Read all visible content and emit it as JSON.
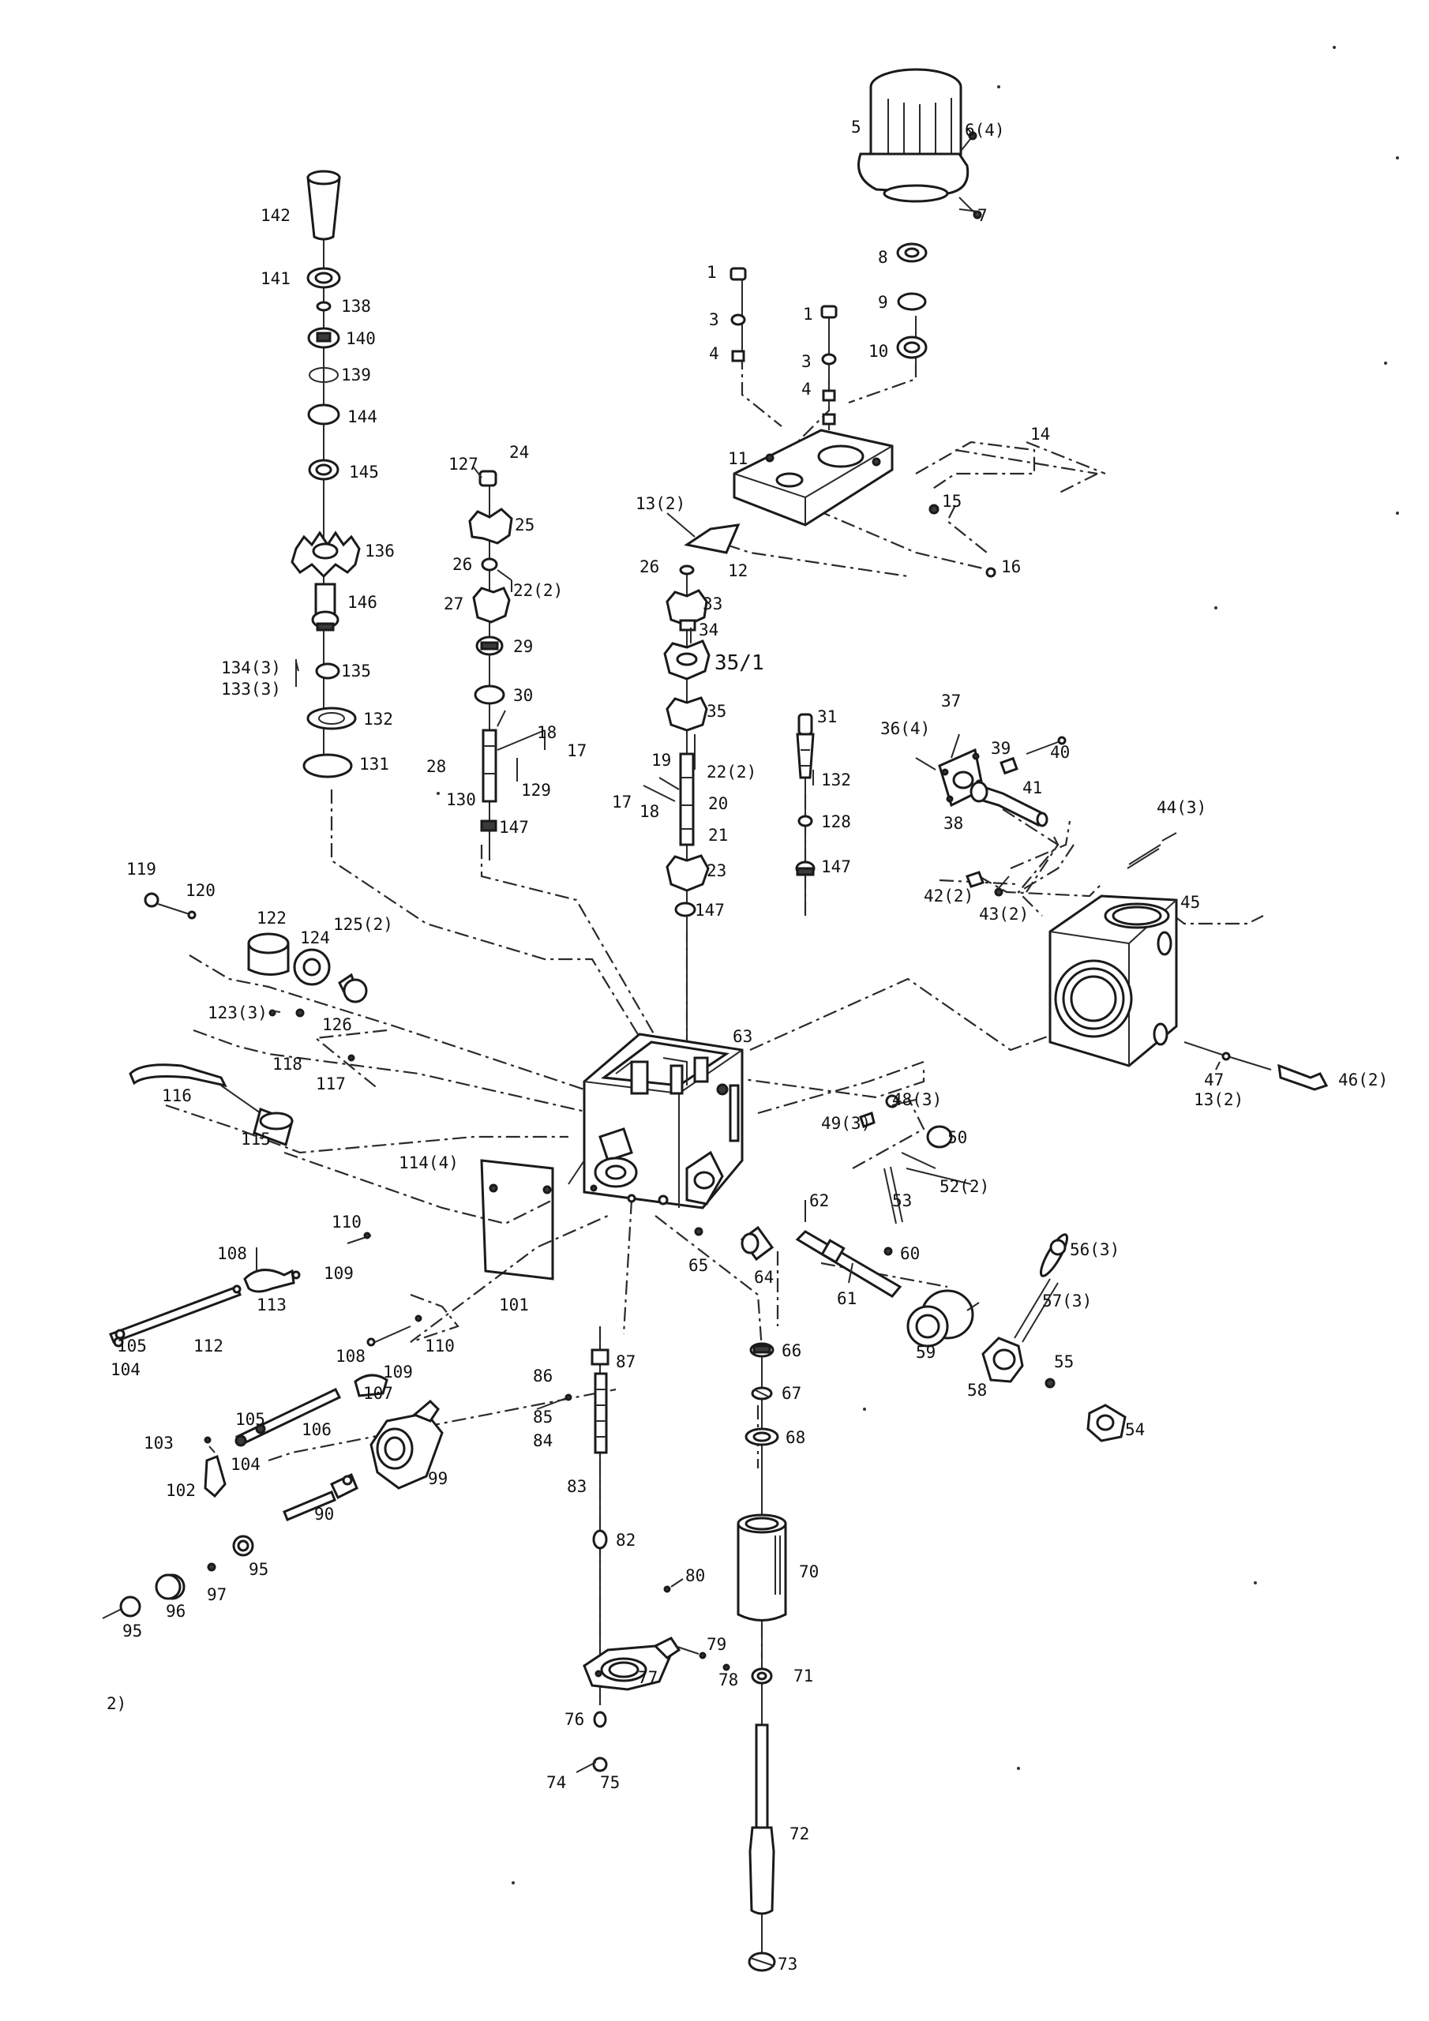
{
  "labels": [
    "1",
    "3",
    "4",
    "5",
    "6(4)",
    "7",
    "8",
    "9",
    "10",
    "11",
    "12",
    "13(2)",
    "14",
    "15",
    "16",
    "1",
    "3",
    "4",
    "24",
    "127",
    "25",
    "26",
    "22(2)",
    "27",
    "29",
    "30",
    "18",
    "17",
    "28",
    "129",
    "130",
    "147",
    "142",
    "141",
    "138",
    "140",
    "139",
    "144",
    "145",
    "136",
    "146",
    "135",
    "134(3)",
    "133(3)",
    "132",
    "131",
    "26",
    "33",
    "34",
    "35/1",
    "35",
    "19",
    "22(2)",
    "17",
    "18",
    "20",
    "21",
    "23",
    "147",
    "31",
    "132",
    "128",
    "147",
    "37",
    "36(4)",
    "39",
    "40",
    "41",
    "38",
    "44(3)",
    "45",
    "42(2)",
    "43(2)",
    "47",
    "13(2)",
    "46(2)",
    "63",
    "48(3)",
    "49(3)",
    "50",
    "52(2)",
    "53",
    "119",
    "120",
    "122",
    "124",
    "125(2)",
    "123(3)",
    "126",
    "118",
    "117",
    "116",
    "115",
    "114(4)",
    "108",
    "113",
    "110",
    "109",
    "105",
    "112",
    "104",
    "101",
    "108",
    "109",
    "110",
    "107",
    "105",
    "106",
    "103",
    "104",
    "102",
    "90",
    "99",
    "95",
    "97",
    "96",
    "95",
    "2)",
    "62",
    "60",
    "61",
    "65",
    "64",
    "56(3)",
    "57(3)",
    "59",
    "55",
    "58",
    "54",
    "86",
    "87",
    "85",
    "84",
    "83",
    "82",
    "80",
    "79",
    "78",
    "77",
    "76",
    "75",
    "74",
    "66",
    "67",
    "68",
    "70",
    "71",
    "72",
    "73"
  ]
}
